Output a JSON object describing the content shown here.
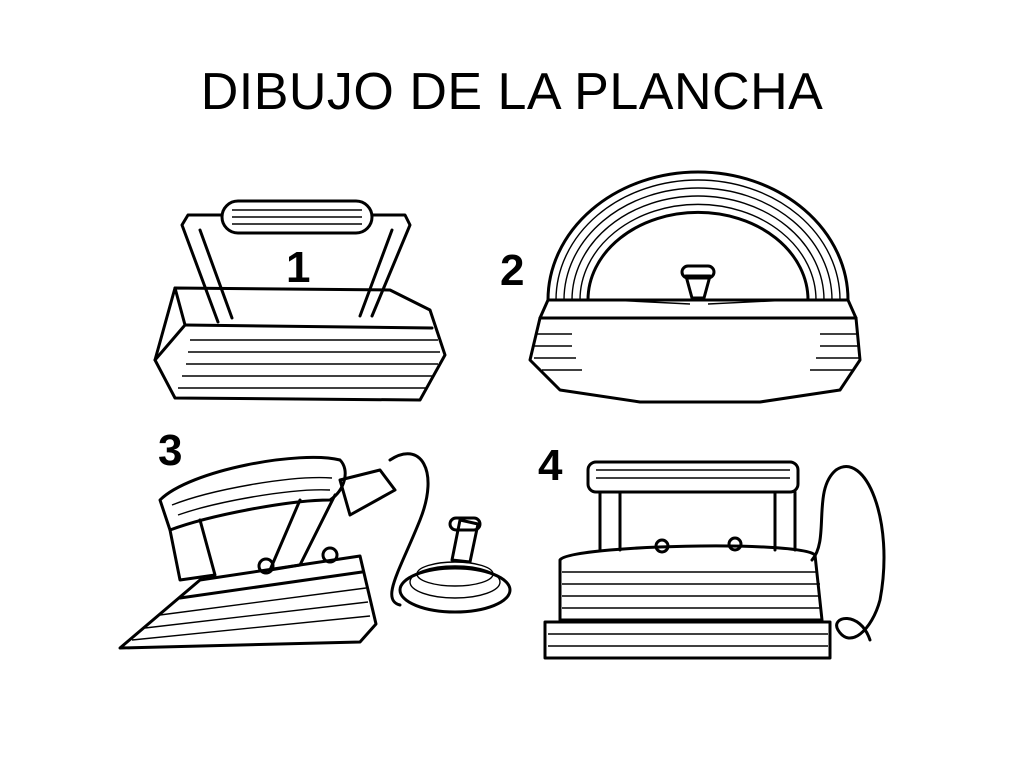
{
  "slide": {
    "title": "DIBUJO DE LA PLANCHA"
  },
  "illustrations": [
    {
      "number": "1",
      "icon": "flat-iron-icon"
    },
    {
      "number": "2",
      "icon": "arched-iron-icon"
    },
    {
      "number": "3",
      "icon": "electric-iron-with-cord-icon"
    },
    {
      "number": "4",
      "icon": "electric-iron-on-stand-icon"
    }
  ],
  "colors": {
    "ink": "#000000",
    "background": "#ffffff"
  }
}
